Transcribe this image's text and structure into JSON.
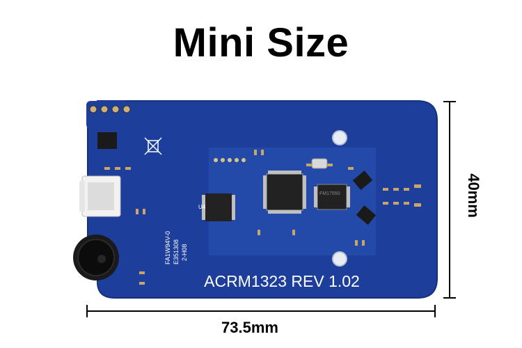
{
  "header": {
    "title": "Mini Size"
  },
  "board": {
    "silkscreen_main": "ACRM1323 REV 1.02",
    "silkscreen_small": {
      "cert_line1": "E351308",
      "cert_line2": "FA1W94V-0",
      "cert_line3": "2-H08",
      "chip_u4": "U4",
      "chip_mcu": "FM17550"
    },
    "color_board": "#1d3e9a",
    "color_board_dark": "#0e2877"
  },
  "dimensions": {
    "width_label": "73.5mm",
    "height_label": "40mm"
  }
}
